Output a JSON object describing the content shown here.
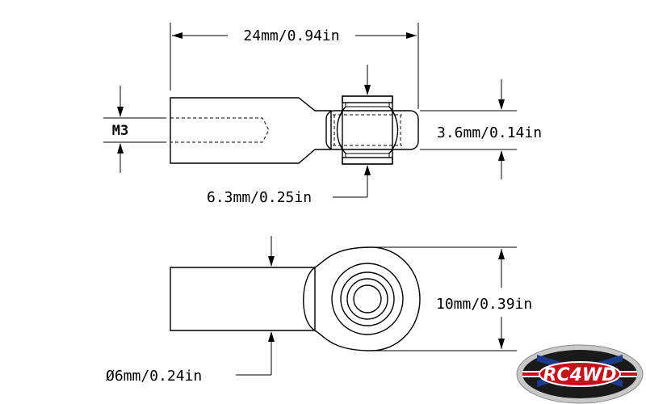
{
  "top_view": {
    "length_label": "24mm/0.94in",
    "thread_label": "M3",
    "ball_width_label": "3.6mm/0.14in",
    "ball_length_label": "6.3mm/0.25in"
  },
  "side_view": {
    "height_label": "10mm/0.39in",
    "diameter_label": "Ø6mm/0.24in"
  },
  "logo": {
    "text": "RC4WD",
    "colors": {
      "ring": "#c8c8c8",
      "field": "#1a1a1a",
      "red": "#c4121a",
      "blue": "#1b3a8a"
    }
  }
}
